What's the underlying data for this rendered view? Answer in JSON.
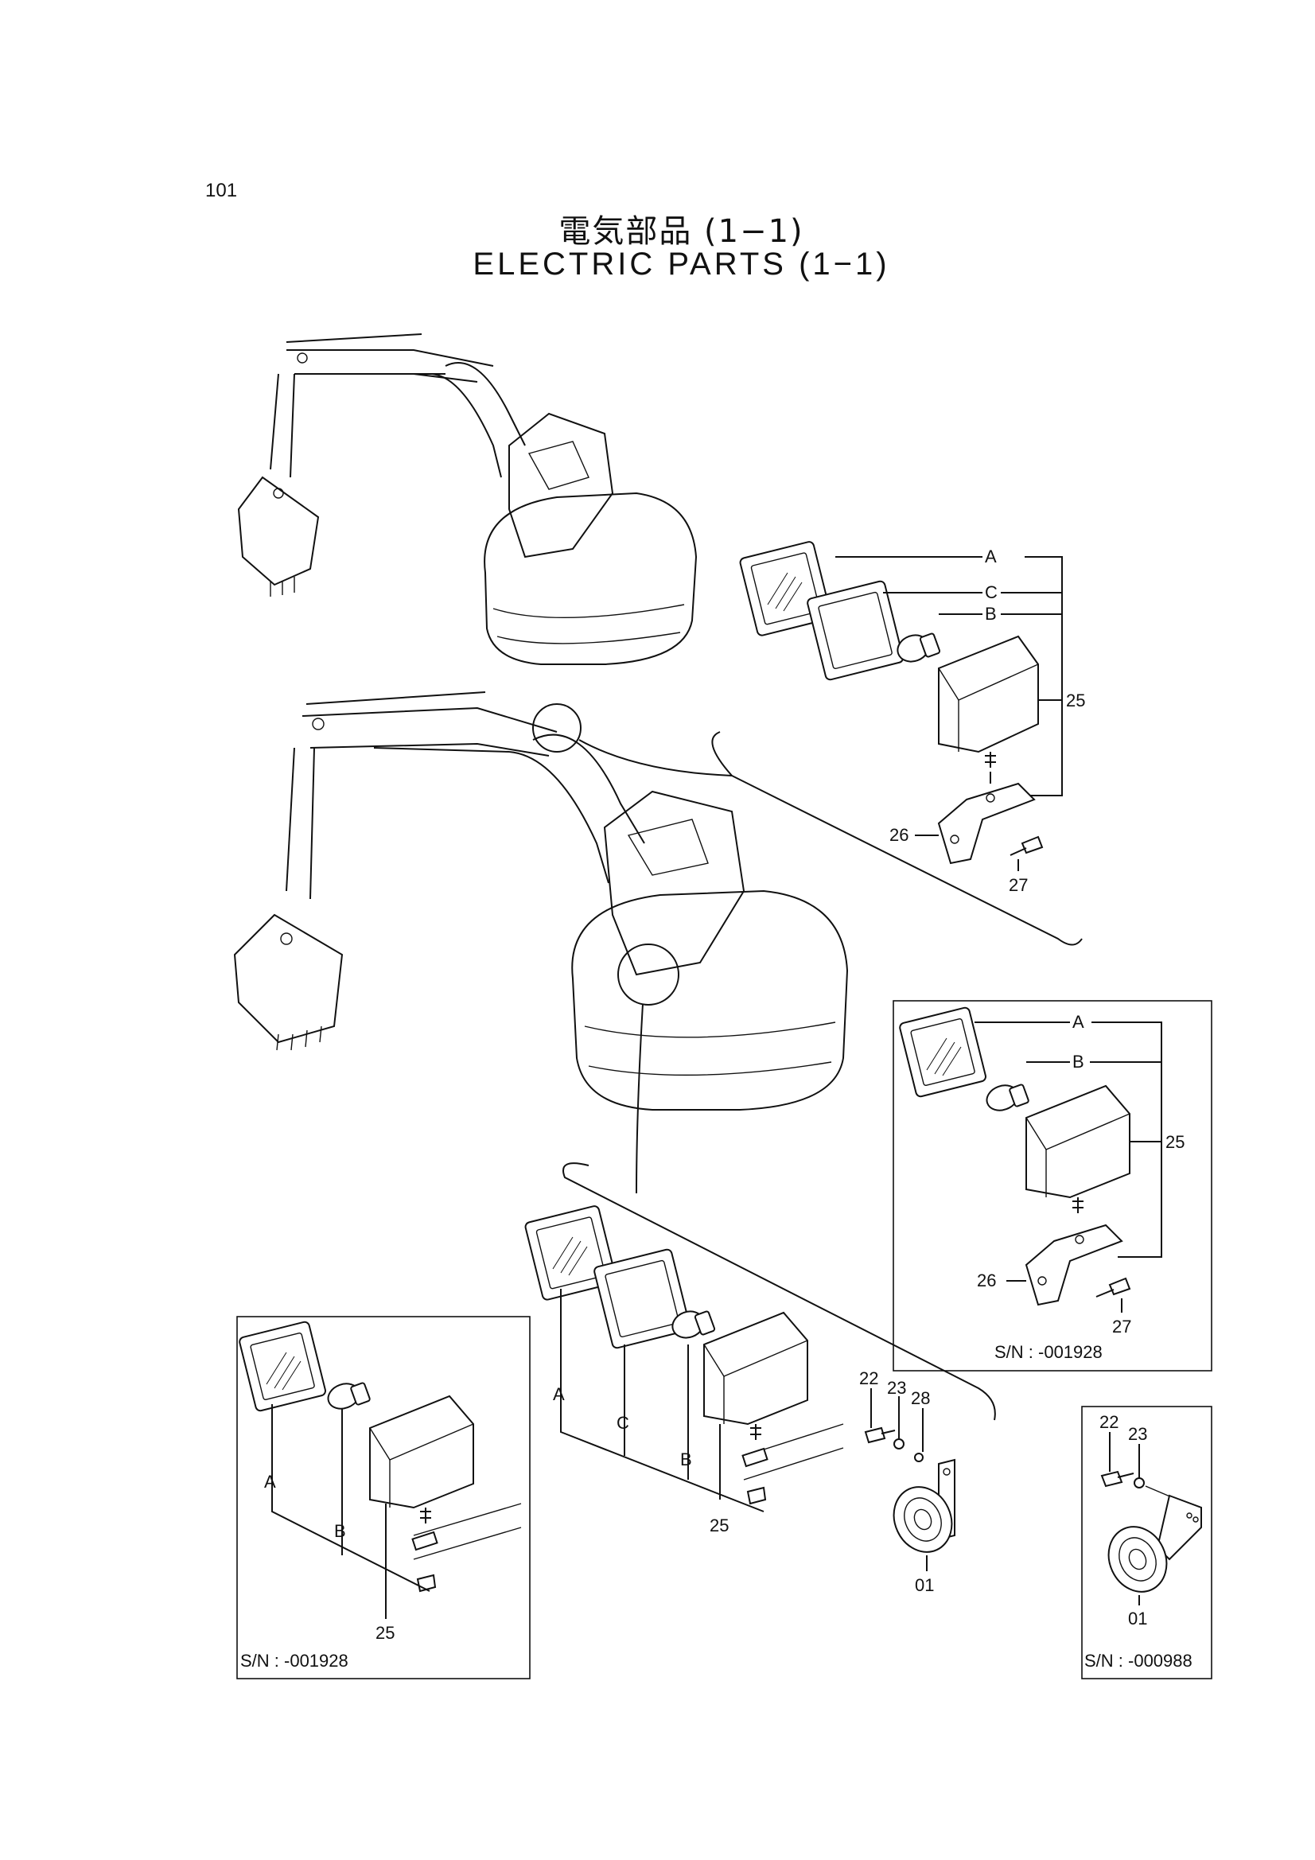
{
  "page_number": "101",
  "title_jp": "電気部品 (1−1)",
  "title_en": "ELECTRIC PARTS (1−1)",
  "callouts": {
    "A": "A",
    "B": "B",
    "C": "C",
    "p25": "25",
    "p26": "26",
    "p27": "27",
    "p22": "22",
    "p23": "23",
    "p28": "28",
    "p01": "01"
  },
  "inset_serials": {
    "right_light": "S/N : -001928",
    "left_light": "S/N : -001928",
    "horn": "S/N : -000988"
  }
}
